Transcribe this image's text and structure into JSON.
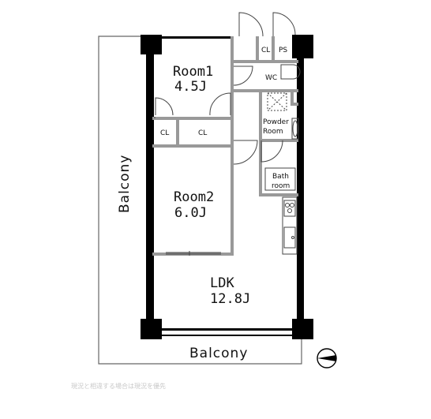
{
  "floor_plan": {
    "rooms": [
      {
        "id": "room1",
        "name": "Room1",
        "size": "4.5J"
      },
      {
        "id": "room2",
        "name": "Room2",
        "size": "6.0J"
      },
      {
        "id": "ldk",
        "name": "LDK",
        "size": "12.8J"
      }
    ],
    "closets": [
      "CL",
      "CL",
      "CL"
    ],
    "ps": "PS",
    "wc": "WC",
    "powder_room": {
      "line1": "Powder",
      "line2": "Room"
    },
    "bathroom": {
      "line1": "Bath",
      "line2": "room"
    },
    "balcony_side": "Balcony",
    "balcony_bottom": "Balcony",
    "footer_note": "現況と相違する場合は現況を優先"
  }
}
